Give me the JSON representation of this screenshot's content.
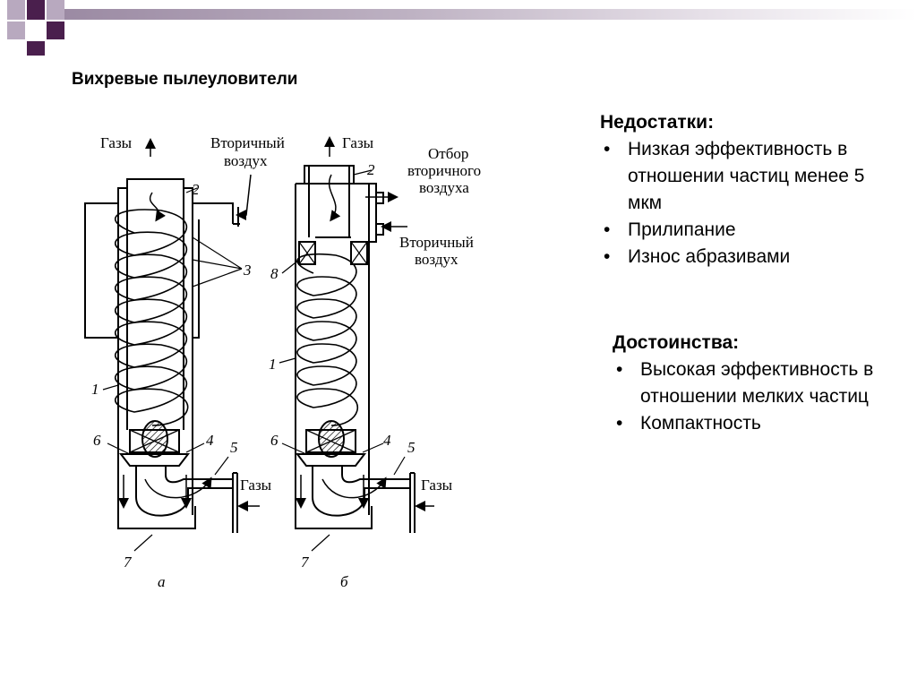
{
  "title": "Вихревые пылеуловители",
  "disadvantages": {
    "heading": "Недостатки:",
    "items": [
      "Низкая эффективность в отношении частиц менее 5 мкм",
      "Прилипание",
      "Износ абразивами"
    ]
  },
  "advantages": {
    "heading": "Достоинства:",
    "items": [
      "Высокая эффективность в отношении мелких частиц",
      "Компактность"
    ]
  },
  "figure": {
    "a": {
      "gas_out": "Газы",
      "secondary_air_line1": "Вторичный",
      "secondary_air_line2": "воздух",
      "gas_in": "Газы",
      "caption": "а",
      "num_1": "1",
      "num_2": "2",
      "num_3": "3",
      "num_4": "4",
      "num_5": "5",
      "num_6": "6",
      "num_7": "7"
    },
    "b": {
      "gas_out": "Газы",
      "extraction_line1": "Отбор",
      "extraction_line2": "вторичного",
      "extraction_line3": "воздуха",
      "secondary_air_line1": "Вторичный",
      "secondary_air_line2": "воздух",
      "gas_in": "Газы",
      "caption": "б",
      "num_1": "1",
      "num_2": "2",
      "num_4": "4",
      "num_5": "5",
      "num_6": "6",
      "num_7": "7",
      "num_8": "8"
    }
  },
  "colors": {
    "accent_dark": "#4a1f4d",
    "accent_light": "#9b8aa3",
    "bar": "#bdb1c2"
  }
}
